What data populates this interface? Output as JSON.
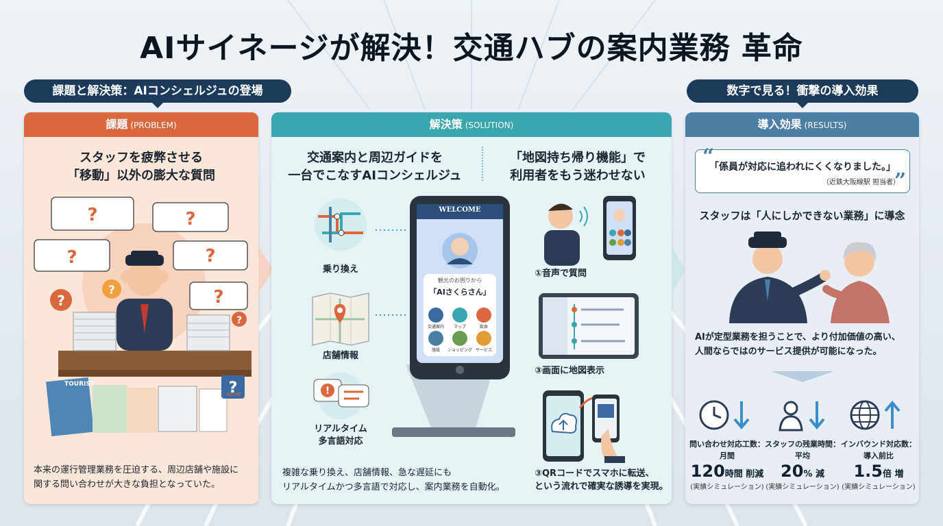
{
  "title": "AIサイネージが解決！交通ハブの案内業務 革命",
  "pill_left": "課題と解決策：AIコンシェルジュの登場",
  "pill_right": "数字で見る！衝撃の導入効果",
  "problem": {
    "head": "課題",
    "head_en": "(PROBLEM)",
    "heading_line1": "スタッフを疲弊させる",
    "heading_line2": "「移動」以外の膨大な質問",
    "board_text": "TOURIST",
    "board_sign": "SIGHT",
    "body_line1": "本来の運行管理業務を圧迫する、周辺店舗や施設に",
    "body_line2": "関する問い合わせが大きな負担となっていた。"
  },
  "solution": {
    "head": "解決策",
    "head_en": "(SOLUTION)",
    "heading_a_line1": "交通案内と周辺ガイドを",
    "heading_a_line2": "一台でこなすAIコンシェルジュ",
    "heading_b_line1": "「地図持ち帰り機能」で",
    "heading_b_line2": "利用者をもう迷わせない",
    "feature1": "乗り換え",
    "feature2": "店舗情報",
    "feature3_line1": "リアルタイム",
    "feature3_line2": "多言語対応",
    "kiosk_welcome": "WELCOME",
    "kiosk_sub": "観光のお困りから",
    "kiosk_name": "「AIさくらさん」",
    "kiosk_btn1": "交通案内",
    "kiosk_btn2": "マップ",
    "kiosk_btn3": "飲食",
    "kiosk_btn4": "施設",
    "kiosk_btn5": "ショッピング",
    "kiosk_btn6": "サービス",
    "step1": "①音声で質問",
    "step2": "③画面に地図表示",
    "step3_line1": "③QRコードでスマホに転送、",
    "step3_line2": "という流れで確実な誘導を実現。",
    "body_line1": "複雑な乗り換え、店舗情報、急な遅延にも",
    "body_line2": "リアルタイムかつ多言語で対応し、案内業務を自動化。"
  },
  "results": {
    "head": "導入効果",
    "head_en": "(RESULTS)",
    "quote": "「係員が対応に追われにくくなりました。」",
    "quote_source": "（近鉄大阪線駅 担当者）",
    "heading": "スタッフは「人にしかできない業務」に導念",
    "body_line1": "AIが定型業務を担うことで、より付加価値の高い、",
    "body_line2": "人間ならではのサービス提供が可能になった。",
    "stats": [
      {
        "label1": "問い合わせ対応工数：",
        "label2": "月間",
        "value": "120",
        "unit": "時間 削減",
        "note": "(実績シミュレーション)"
      },
      {
        "label1": "スタッフの残業時間：",
        "label2": "平均",
        "value": "20",
        "unit": "% 減",
        "note": "(実績シミュレーション)"
      },
      {
        "label1": "インバウンド対応数：",
        "label2": "導入前比",
        "value": "1.5",
        "unit": "倍 増",
        "note": "(実績シミュレーション)"
      }
    ]
  },
  "colors": {
    "problem": "#d9683f",
    "solution": "#3aa7ae",
    "results": "#4b7fa6",
    "navy": "#1d3a5a"
  },
  "icons": [
    "clock-icon",
    "person-icon",
    "globe-icon",
    "arrow-down-icon",
    "arrow-up-icon",
    "question-icon",
    "map-pin-icon",
    "alert-icon",
    "cloud-upload-icon",
    "quote-icon"
  ]
}
